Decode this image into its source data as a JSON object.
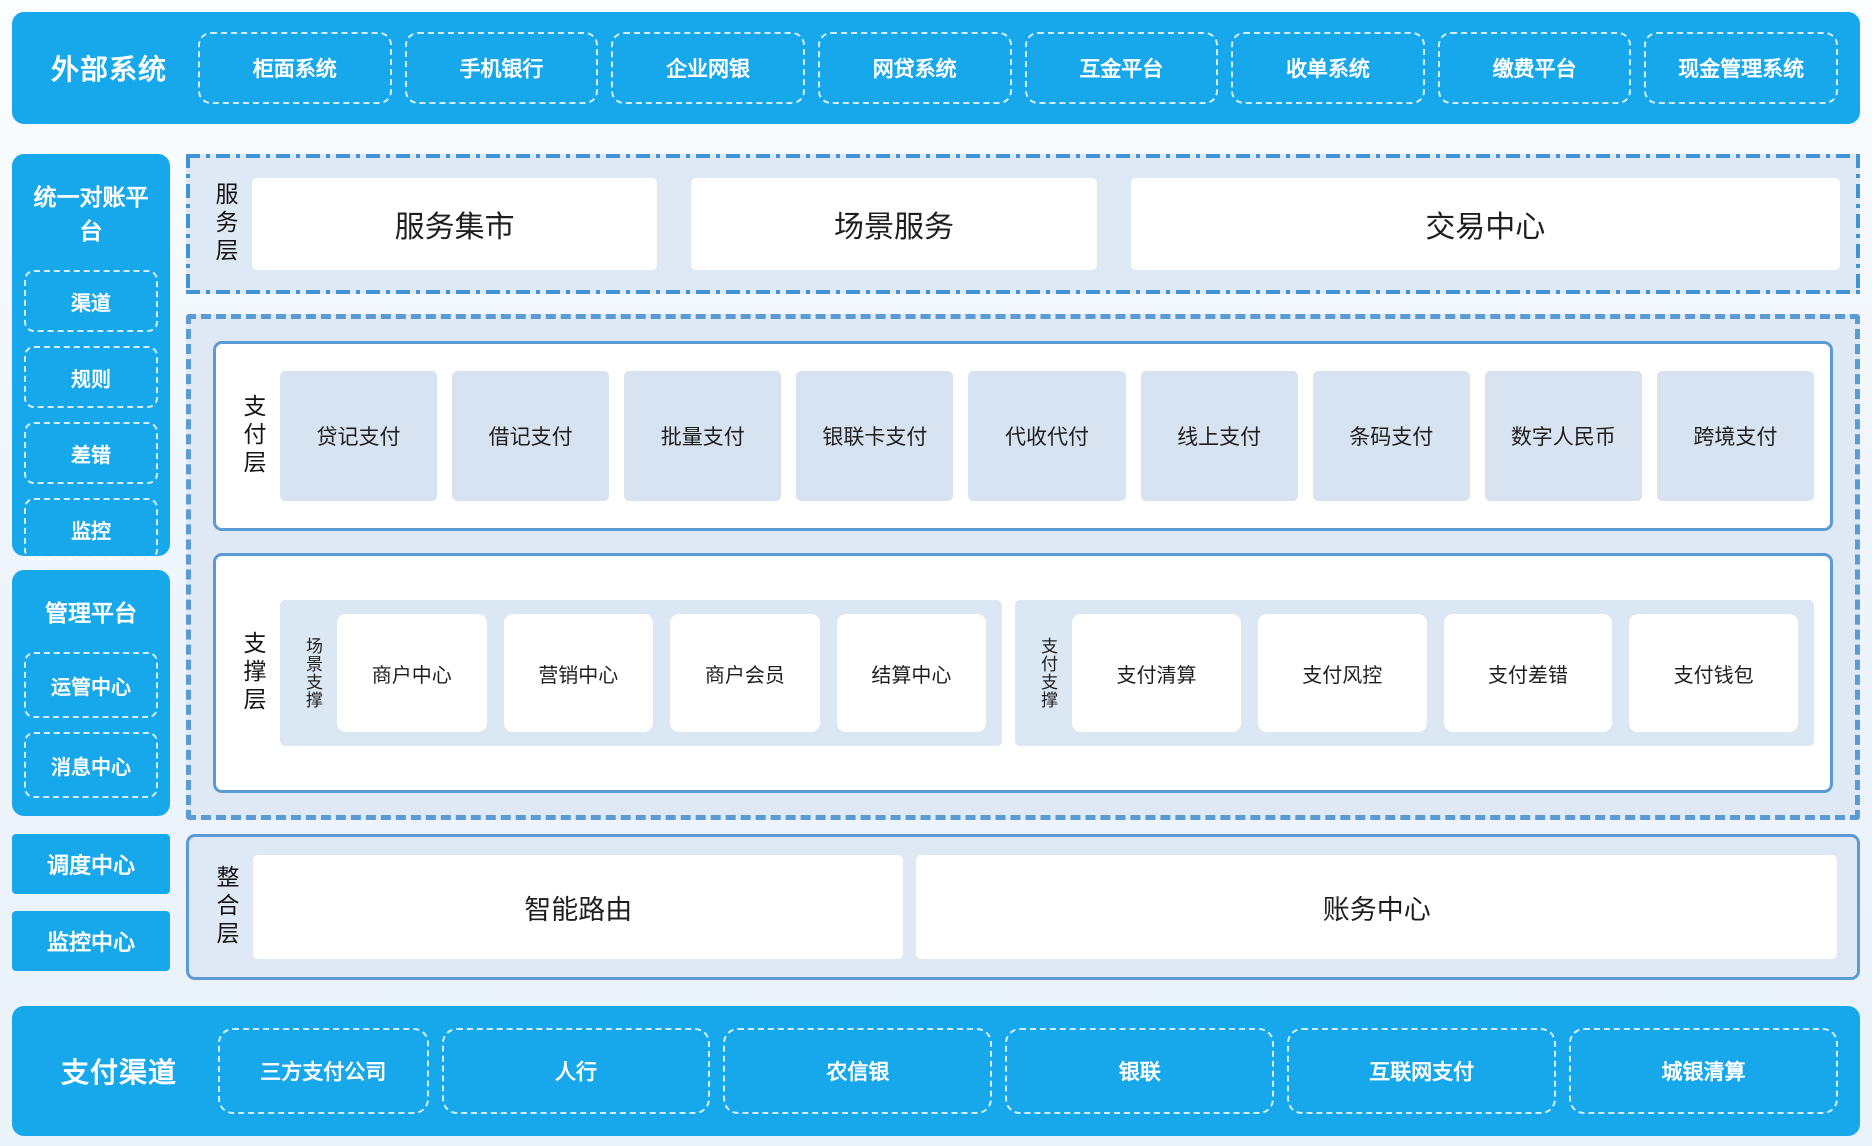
{
  "colors": {
    "brand_blue": "#17a8eb",
    "panel_light": "#dfe9f5",
    "inner_light_box": "#d8e3f1",
    "border_blue": "#5b9bd5",
    "dashdot_blue": "#4193d8",
    "white": "#ffffff",
    "dark_text": "#1f1f1f"
  },
  "top_bar": {
    "title": "外部系统",
    "items": [
      "柜面系统",
      "手机银行",
      "企业网银",
      "网贷系统",
      "互金平台",
      "收单系统",
      "缴费平台",
      "现金管理系统"
    ]
  },
  "sidebar": {
    "panels": [
      {
        "title": "统一对账平台",
        "items": [
          "渠道",
          "规则",
          "差错",
          "监控"
        ]
      },
      {
        "title": "管理平台",
        "items": [
          "运管中心",
          "消息中心"
        ]
      }
    ],
    "solid_boxes": [
      "调度中心",
      "监控中心"
    ]
  },
  "layers": {
    "service": {
      "label": "服务层",
      "items": [
        "服务集市",
        "场景服务",
        "交易中心"
      ]
    },
    "payment": {
      "label": "支付层",
      "items": [
        "贷记支付",
        "借记支付",
        "批量支付",
        "银联卡支付",
        "代收代付",
        "线上支付",
        "条码支付",
        "数字人民币",
        "跨境支付"
      ]
    },
    "support": {
      "label": "支撑层",
      "groups": [
        {
          "label": "场景支撑",
          "items": [
            "商户中心",
            "营销中心",
            "商户会员",
            "结算中心"
          ]
        },
        {
          "label": "支付支撑",
          "items": [
            "支付清算",
            "支付风控",
            "支付差错",
            "支付钱包"
          ]
        }
      ]
    },
    "integration": {
      "label": "整合层",
      "items": [
        "智能路由",
        "账务中心"
      ]
    }
  },
  "bottom_bar": {
    "title": "支付渠道",
    "items": [
      "三方支付公司",
      "人行",
      "农信银",
      "银联",
      "互联网支付",
      "城银清算"
    ]
  }
}
